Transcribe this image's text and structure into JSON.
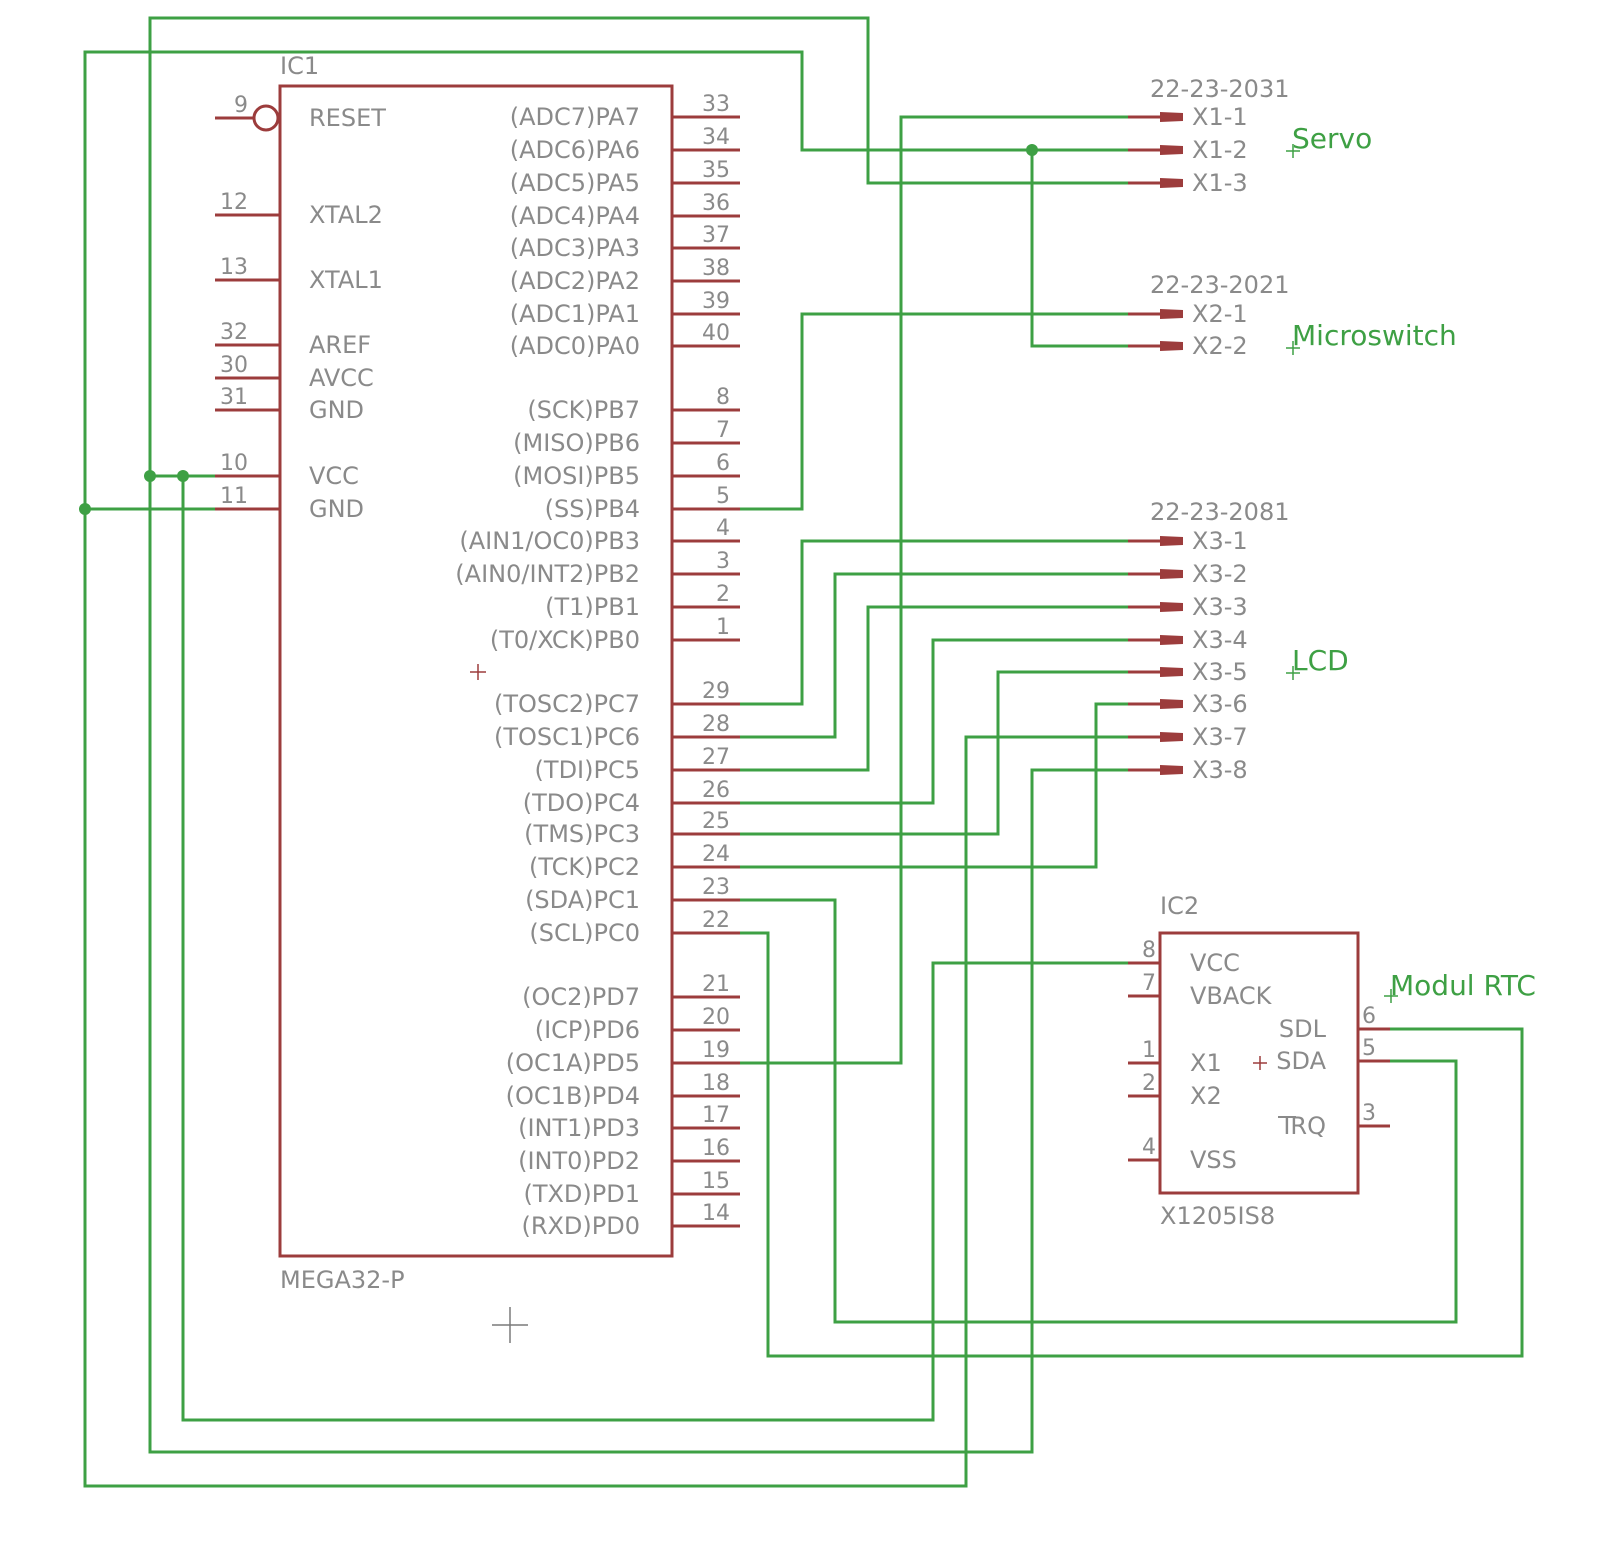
{
  "colors": {
    "wire": "#3ea044",
    "part": "#9c3c3c",
    "text": "#8a8a8a",
    "background": "#ffffff"
  },
  "ic1": {
    "name": "IC1",
    "value": "MEGA32-P",
    "left_pins": [
      {
        "num": "9",
        "label": "RESET"
      },
      {
        "num": "12",
        "label": "XTAL2"
      },
      {
        "num": "13",
        "label": "XTAL1"
      },
      {
        "num": "32",
        "label": "AREF"
      },
      {
        "num": "30",
        "label": "AVCC"
      },
      {
        "num": "31",
        "label": "GND"
      },
      {
        "num": "10",
        "label": "VCC"
      },
      {
        "num": "11",
        "label": "GND"
      }
    ],
    "right_pins": [
      {
        "num": "33",
        "label": "(ADC7)PA7"
      },
      {
        "num": "34",
        "label": "(ADC6)PA6"
      },
      {
        "num": "35",
        "label": "(ADC5)PA5"
      },
      {
        "num": "36",
        "label": "(ADC4)PA4"
      },
      {
        "num": "37",
        "label": "(ADC3)PA3"
      },
      {
        "num": "38",
        "label": "(ADC2)PA2"
      },
      {
        "num": "39",
        "label": "(ADC1)PA1"
      },
      {
        "num": "40",
        "label": "(ADC0)PA0"
      },
      {
        "num": "8",
        "label": "(SCK)PB7"
      },
      {
        "num": "7",
        "label": "(MISO)PB6"
      },
      {
        "num": "6",
        "label": "(MOSI)PB5"
      },
      {
        "num": "5",
        "label": "(SS)PB4"
      },
      {
        "num": "4",
        "label": "(AIN1/OC0)PB3"
      },
      {
        "num": "3",
        "label": "(AIN0/INT2)PB2"
      },
      {
        "num": "2",
        "label": "(T1)PB1"
      },
      {
        "num": "1",
        "label": "(T0/XCK)PB0"
      },
      {
        "num": "29",
        "label": "(TOSC2)PC7"
      },
      {
        "num": "28",
        "label": "(TOSC1)PC6"
      },
      {
        "num": "27",
        "label": "(TDI)PC5"
      },
      {
        "num": "26",
        "label": "(TDO)PC4"
      },
      {
        "num": "25",
        "label": "(TMS)PC3"
      },
      {
        "num": "24",
        "label": "(TCK)PC2"
      },
      {
        "num": "23",
        "label": "(SDA)PC1"
      },
      {
        "num": "22",
        "label": "(SCL)PC0"
      },
      {
        "num": "21",
        "label": "(OC2)PD7"
      },
      {
        "num": "20",
        "label": "(ICP)PD6"
      },
      {
        "num": "19",
        "label": "(OC1A)PD5"
      },
      {
        "num": "18",
        "label": "(OC1B)PD4"
      },
      {
        "num": "17",
        "label": "(INT1)PD3"
      },
      {
        "num": "16",
        "label": "(INT0)PD2"
      },
      {
        "num": "15",
        "label": "(TXD)PD1"
      },
      {
        "num": "14",
        "label": "(RXD)PD0"
      }
    ]
  },
  "connectors": [
    {
      "part": "22-23-2031",
      "label": "Servo",
      "pins": [
        "X1-1",
        "X1-2",
        "X1-3"
      ]
    },
    {
      "part": "22-23-2021",
      "label": "Microswitch",
      "pins": [
        "X2-1",
        "X2-2"
      ]
    },
    {
      "part": "22-23-2081",
      "label": "LCD",
      "pins": [
        "X3-1",
        "X3-2",
        "X3-3",
        "X3-4",
        "X3-5",
        "X3-6",
        "X3-7",
        "X3-8"
      ]
    }
  ],
  "ic2": {
    "name": "IC2",
    "value": "X1205IS8",
    "label": "Modul RTC",
    "left_pins": [
      {
        "num": "8",
        "label": "VCC"
      },
      {
        "num": "7",
        "label": "VBACK"
      },
      {
        "num": "1",
        "label": "X1"
      },
      {
        "num": "2",
        "label": "X2"
      },
      {
        "num": "4",
        "label": "VSS"
      }
    ],
    "right_pins": [
      {
        "num": "6",
        "label": "SDL"
      },
      {
        "num": "5",
        "label": "SDA"
      },
      {
        "num": "3",
        "label": "IRQ"
      }
    ]
  }
}
